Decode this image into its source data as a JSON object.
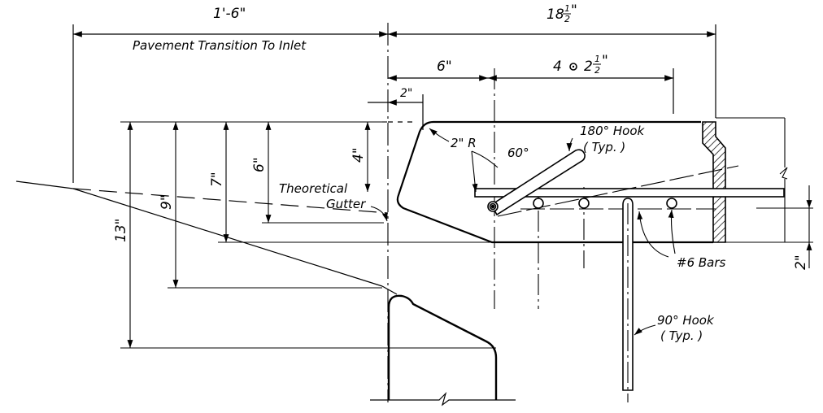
{
  "dimensions": {
    "top_left": "1'-6\"",
    "top_right_whole": "18",
    "top_right_num": "1",
    "top_right_den": "2",
    "six_in": "6\"",
    "spacing_prefix": "4",
    "spacing_whole": "2",
    "spacing_num": "1",
    "spacing_den": "2",
    "two_in_top": "2\"",
    "nine_in": "9\"",
    "seven_in": "7\"",
    "six_in_vert": "6\"",
    "four_in": "4\"",
    "thirteen_in": "13\"",
    "two_in_right": "2\""
  },
  "labels": {
    "pavement_transition": "Pavement Transition To Inlet",
    "radius": "2\" R",
    "angle": "60°",
    "hook_180": "180° Hook",
    "typ_1": "( Typ. )",
    "theoretical": "Theoretical",
    "gutter": "Gutter",
    "bars": "#6 Bars",
    "hook_90": "90° Hook",
    "typ_2": "( Typ. )"
  }
}
